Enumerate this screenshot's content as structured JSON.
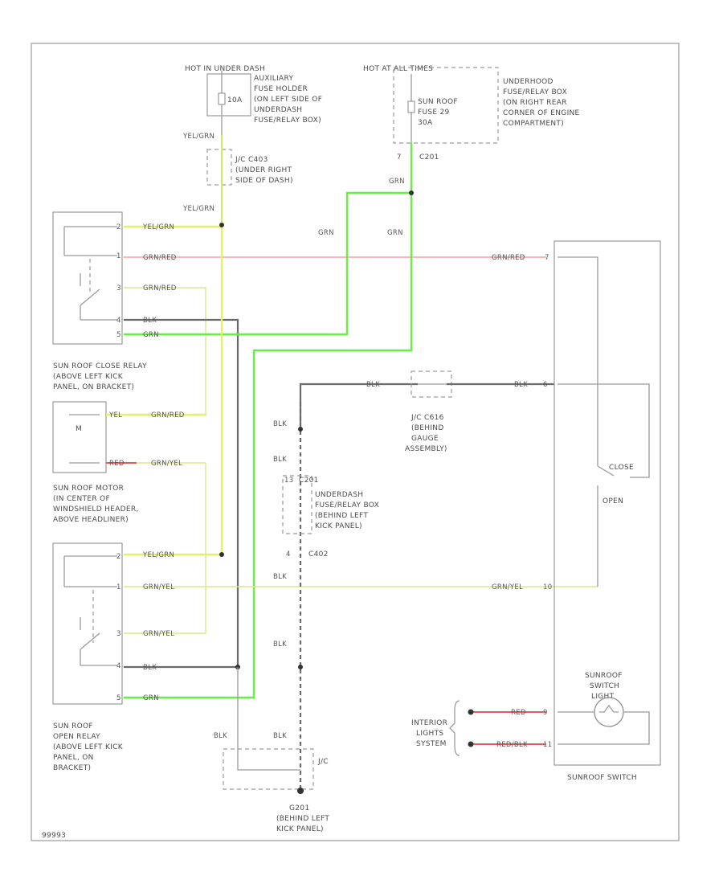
{
  "diagram": {
    "footer_code": "99993",
    "labels": {
      "hot_under_dash": "HOT IN UNDER DASH",
      "aux_fuse_holder": [
        "AUXILIARY",
        "FUSE HOLDER",
        "(ON LEFT SIDE OF",
        "UNDERDASH",
        "FUSE/RELAY BOX)"
      ],
      "fuse_10a": "10A",
      "hot_all_times": "HOT AT ALL TIMES",
      "sunroof_fuse": [
        "SUN ROOF",
        "FUSE 29",
        "30A"
      ],
      "underhood_box": [
        "UNDERHOOD",
        "FUSE/RELAY BOX",
        "(ON RIGHT REAR",
        "CORNER OF ENGINE",
        "COMPARTMENT)"
      ],
      "c201": "C201",
      "jc_c403": [
        "J/C C403",
        "(UNDER RIGHT",
        "SIDE OF DASH)"
      ],
      "close_relay": [
        "SUN ROOF CLOSE RELAY",
        "(ABOVE LEFT KICK",
        "PANEL, ON BRACKET)"
      ],
      "sunroof_motor": [
        "SUN ROOF MOTOR",
        "(IN CENTER OF",
        "WINDSHIELD HEADER,",
        "ABOVE HEADLINER)"
      ],
      "open_relay": [
        "SUN ROOF",
        "OPEN RELAY",
        "(ABOVE LEFT KICK",
        "PANEL, ON",
        "BRACKET)"
      ],
      "jc_c616": [
        "J/C C616",
        "(BEHIND",
        "GAUGE",
        "ASSEMBLY)"
      ],
      "c201b": "C201",
      "underdash_box": [
        "UNDERDASH",
        "FUSE/RELAY BOX",
        "(BEHIND LEFT",
        "KICK PANEL)"
      ],
      "c402": "C402",
      "g201": [
        "G201",
        "(BEHIND LEFT",
        "KICK PANEL)"
      ],
      "jc": "J/C",
      "motor_m": "M",
      "close": "CLOSE",
      "open": "OPEN",
      "interior_lights": [
        "INTERIOR",
        "LIGHTS",
        "SYSTEM"
      ],
      "sunroof_switch_light": [
        "SUNROOF",
        "SWITCH",
        "LIGHT"
      ],
      "sunroof_switch": "SUNROOF SWITCH"
    },
    "wires": {
      "yel_grn": "YEL/GRN",
      "grn": "GRN",
      "grn_red": "GRN/RED",
      "grn_red2": "GRN/RED",
      "blk": "BLK",
      "yel": "YEL",
      "grn_yel": "GRN/YEL",
      "red": "RED",
      "red_blk": "RED/BLK",
      "grn_yel2": "GRN/YEL"
    },
    "pins": {
      "p1": "1",
      "p2": "2",
      "p3": "3",
      "p4": "4",
      "p5": "5",
      "p6": "6",
      "p7": "7",
      "p9": "9",
      "p10": "10",
      "p11": "11",
      "p13": "13"
    }
  }
}
